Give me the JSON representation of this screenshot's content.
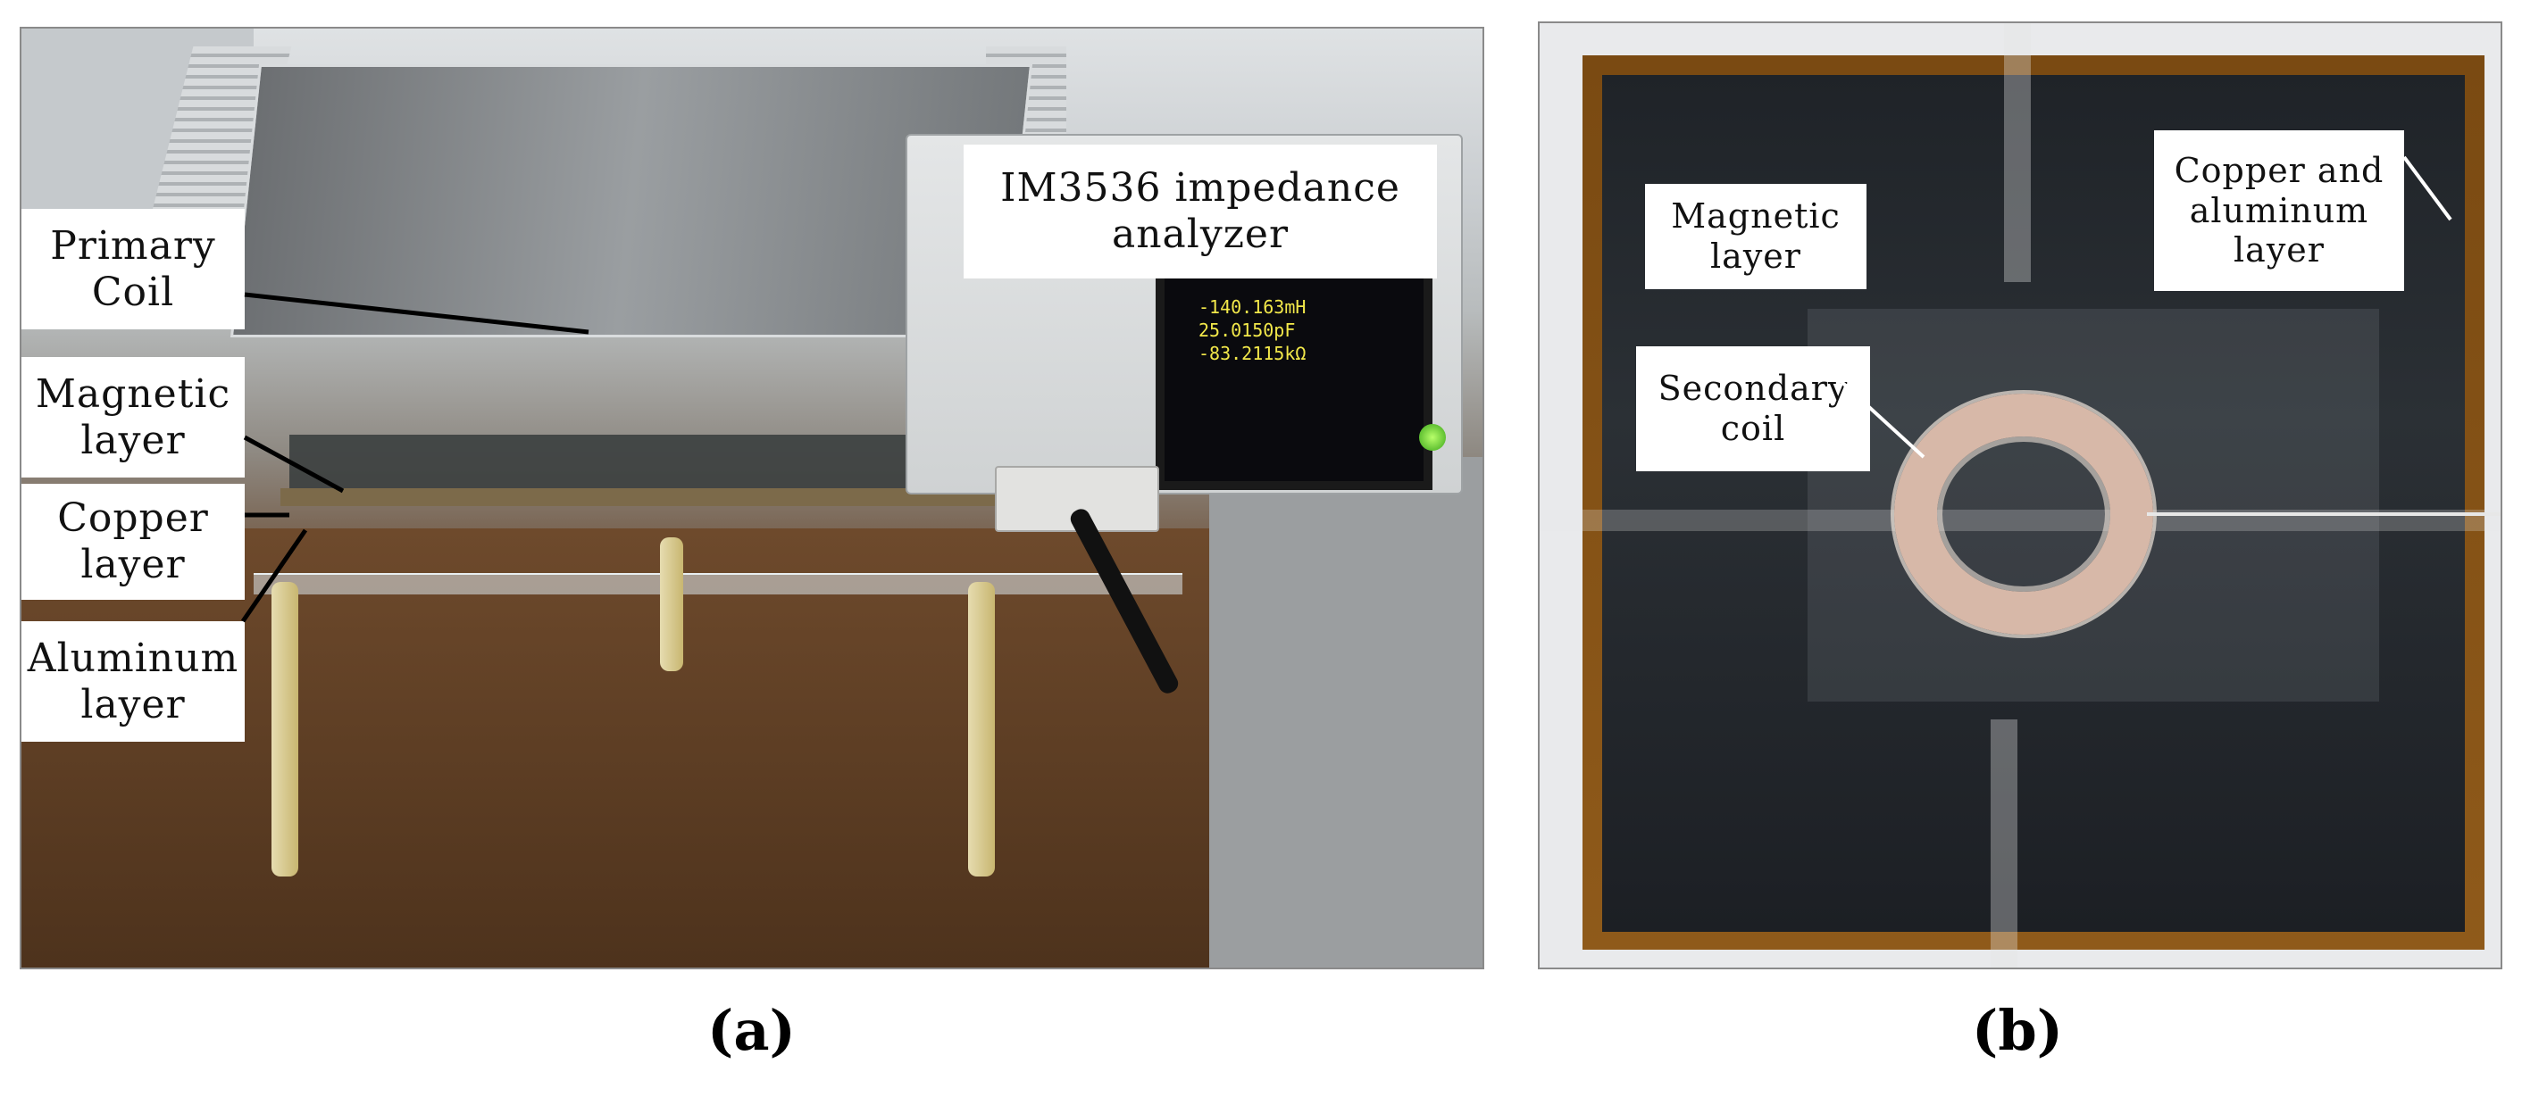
{
  "figure": {
    "panel_a": {
      "caption": "(a)",
      "labels": {
        "instrument": "IM3536 impedance\nanalyzer",
        "primary_coil": "Primary\nCoil",
        "magnetic_layer": "Magnetic\nlayer",
        "copper_layer": "Copper\nlayer",
        "aluminum_layer": "Aluminum\nlayer"
      },
      "display_readings": [
        "-140.163mH",
        "25.0150pF",
        "-83.2115kΩ"
      ]
    },
    "panel_b": {
      "caption": "(b)",
      "labels": {
        "magnetic_layer": "Magnetic\nlayer",
        "copper_aluminum_layer": "Copper and\naluminum\nlayer",
        "secondary_coil": "Secondary\ncoil"
      }
    }
  },
  "colors": {
    "label_background": "#ffffff",
    "leader_line_a": "#000000",
    "leader_line_b": "#ffffff",
    "copper_frame": "#7a4a12",
    "screen_text": "#f2e84a"
  }
}
